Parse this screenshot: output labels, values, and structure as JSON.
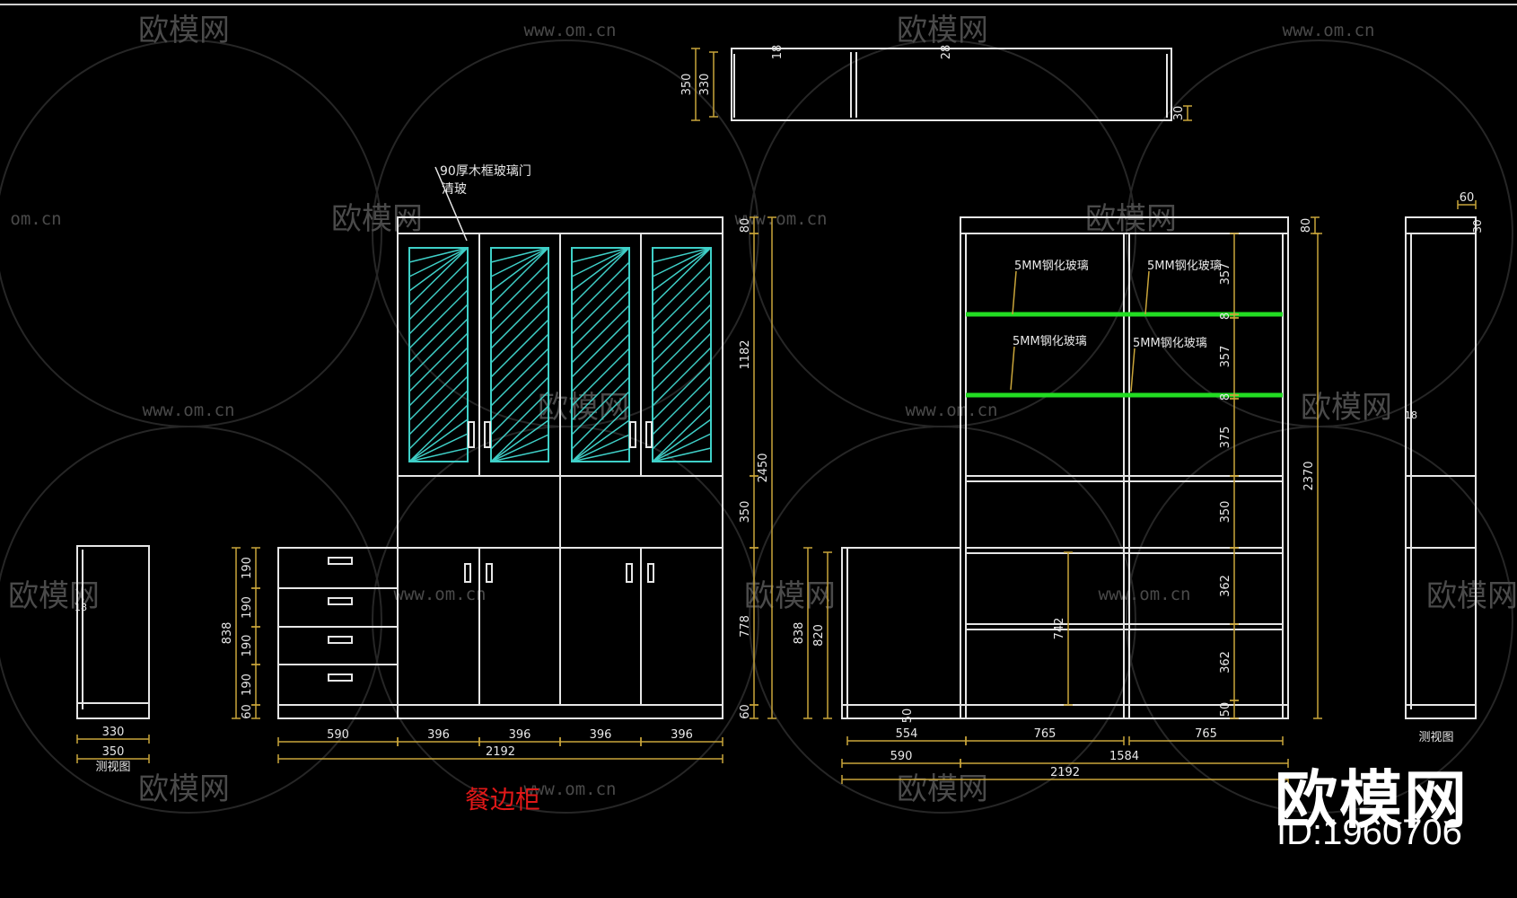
{
  "watermark": {
    "site": "www.om.cn",
    "site_short": "om.cn",
    "brand": "欧模网",
    "brand_partial": "模网",
    "id_label": "ID:1960706"
  },
  "labels": {
    "drawing_title": "餐边柜",
    "door_note_line1": "90厚木框玻璃门",
    "door_note_line2": "清玻",
    "glass_label": "5MM钢化玻璃",
    "side_view_left": "测视图",
    "side_view_right": "测视图"
  },
  "dims": {
    "plan_350": "350",
    "plan_330": "330",
    "plan_18": "18",
    "plan_28": "28",
    "plan_30": "30",
    "left_side_330": "330",
    "left_side_350": "350",
    "left_side_18": "18",
    "ft_190a": "190",
    "ft_190b": "190",
    "ft_190c": "190",
    "ft_190d": "190",
    "ft_60": "60",
    "ft_838": "838",
    "ft_80": "80",
    "ft_1182": "1182",
    "ft_350": "350",
    "ft_778": "778",
    "ft_60b": "60",
    "ft_2450": "2450",
    "ft_590": "590",
    "ft_396a": "396",
    "ft_396b": "396",
    "ft_396c": "396",
    "ft_396d": "396",
    "ft_2192": "2192",
    "in_357": "357",
    "in_8a": "8",
    "in_357b": "357",
    "in_8b": "8",
    "in_375": "375",
    "in_350": "350",
    "in_362a": "362",
    "in_362b": "362",
    "in_50": "50",
    "in_80": "80",
    "in_2370": "2370",
    "in_838": "838",
    "in_820": "820",
    "in_742": "742",
    "in_50b": "50",
    "in_554": "554",
    "in_765a": "765",
    "in_765b": "765",
    "in_590": "590",
    "in_1584": "1584",
    "in_2192": "2192",
    "rs_60": "60",
    "rs_30": "30",
    "rs_18": "18"
  },
  "colors": {
    "line": "#e6e6e6",
    "dim": "#c9a53a",
    "dim_text": "#e8e8e8",
    "glass_hatch": "#3fd0c8",
    "shelf_glass": "#22dd22",
    "title": "#e01818",
    "watermark": "#4a4a4a"
  }
}
